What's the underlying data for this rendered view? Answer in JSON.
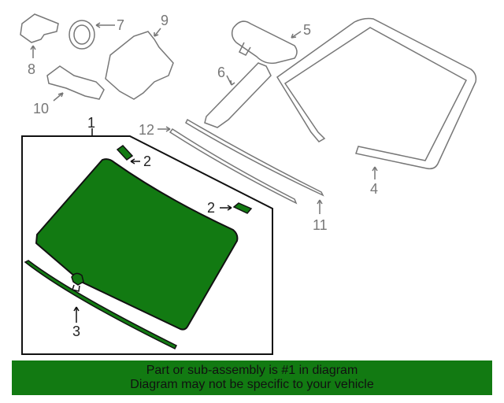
{
  "callouts": {
    "c1": "1",
    "c2a": "2",
    "c2b": "2",
    "c3": "3",
    "c4": "4",
    "c5": "5",
    "c6": "6",
    "c7": "7",
    "c8": "8",
    "c9": "9",
    "c10": "10",
    "c11": "11",
    "c12": "12"
  },
  "banner": {
    "line1": "Part or sub-assembly is #1 in diagram",
    "line2": "Diagram may not be specific to your vehicle"
  },
  "colors": {
    "highlight": "#127a12",
    "outline": "#111111",
    "part_grey": "#777777"
  }
}
